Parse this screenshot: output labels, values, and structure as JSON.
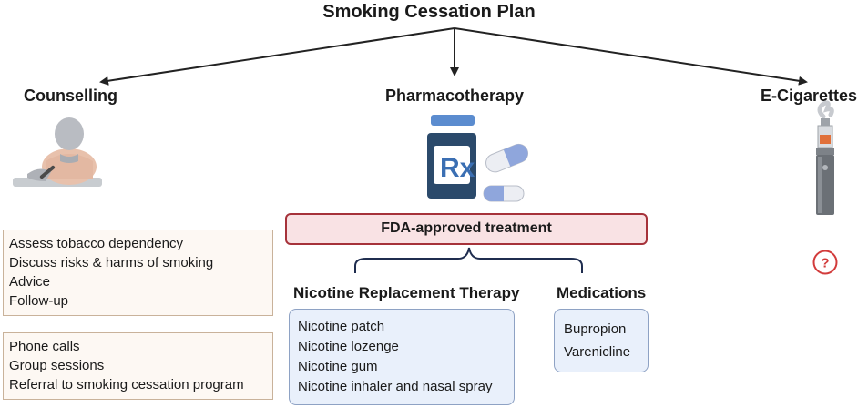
{
  "title": "Smoking Cessation Plan",
  "branches": {
    "counselling": {
      "label": "Counselling"
    },
    "pharmacotherapy": {
      "label": "Pharmacotherapy"
    },
    "ecigarettes": {
      "label": "E-Cigarettes",
      "question_mark": "?"
    }
  },
  "counselling": {
    "box1": [
      "Assess tobacco dependency",
      "Discuss risks & harms of smoking",
      "Advice",
      "Follow-up"
    ],
    "box2": [
      "Phone calls",
      "Group sessions",
      "Referral to smoking cessation program"
    ]
  },
  "pharmacotherapy": {
    "rx_label": "Rx",
    "fda_label": "FDA-approved treatment",
    "nrt": {
      "title": "Nicotine Replacement Therapy",
      "items": [
        "Nicotine patch",
        "Nicotine lozenge",
        "Nicotine gum",
        "Nicotine inhaler and nasal spray"
      ]
    },
    "medications": {
      "title": "Medications",
      "items": [
        "Bupropion",
        "Varenicline"
      ]
    }
  },
  "colors": {
    "fda_fill": "#f9e2e4",
    "fda_border": "#a6323a",
    "blue_box_fill": "#e9f0fb",
    "blue_box_border": "#8ea2c4",
    "counsel_fill": "#fdf8f3",
    "question_red": "#d23b3b"
  }
}
